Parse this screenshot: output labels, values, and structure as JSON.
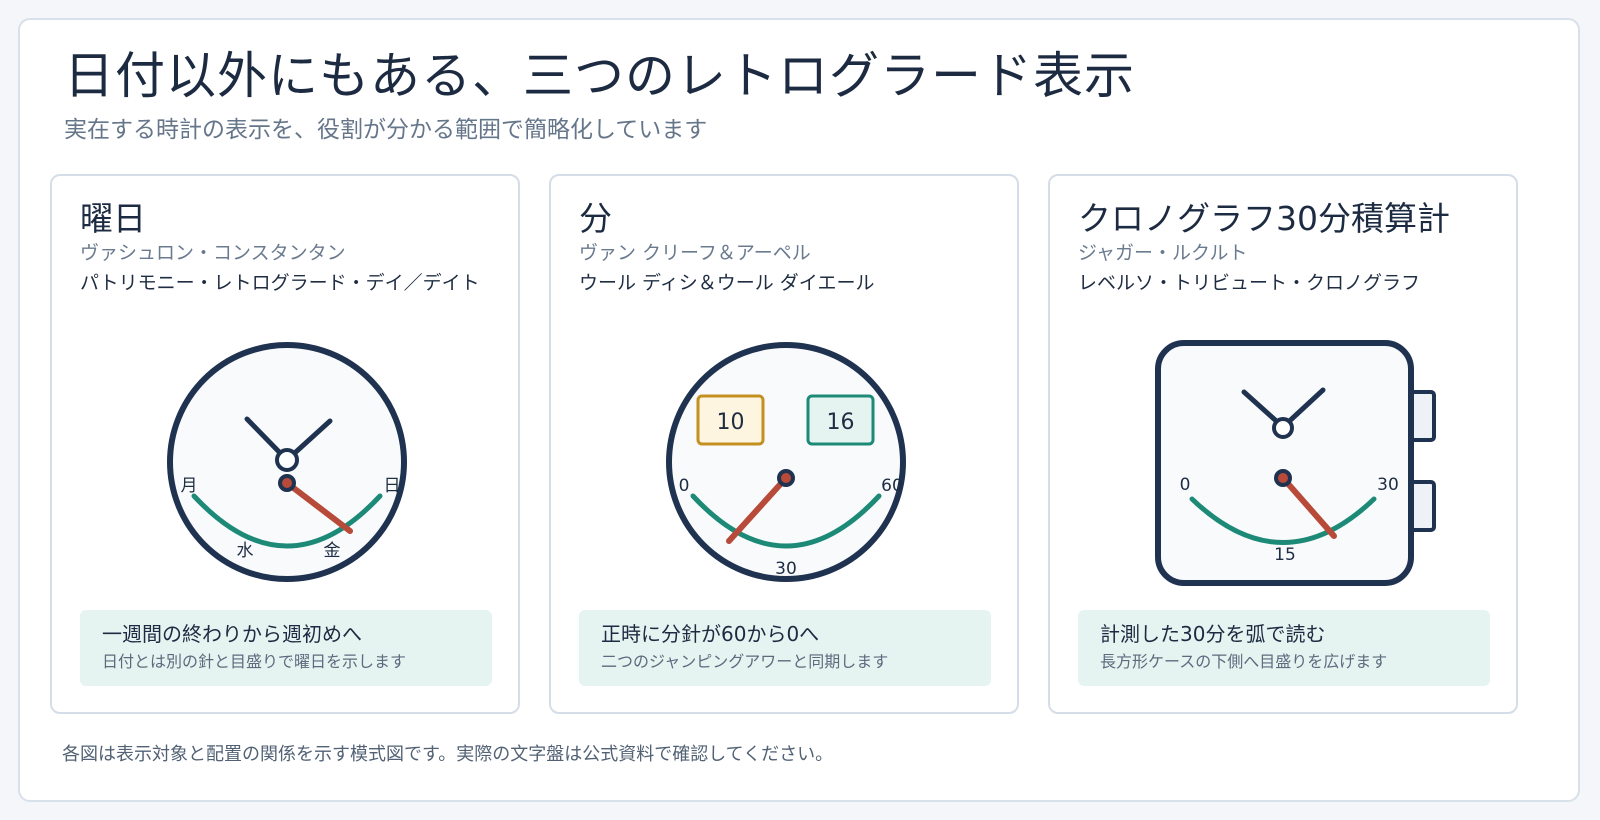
{
  "header": {
    "title": "日付以外にもある、三つのレトログラード表示",
    "subtitle": "実在する時計の表示を、役割が分かる範囲で簡略化しています"
  },
  "cards": [
    {
      "title": "曜日",
      "brand": "ヴァシュロン・コンスタンタン",
      "model": "パトリモニー・レトログラード・デイ／デイト",
      "scale_labels": [
        "月",
        "水",
        "金",
        "日"
      ],
      "note_main": "一週間の終わりから週初めへ",
      "note_sub": "日付とは別の針と目盛りで曜日を示します"
    },
    {
      "title": "分",
      "brand": "ヴァン クリーフ＆アーペル",
      "model": "ウール ディシ＆ウール ダイエール",
      "hour_window_left": "10",
      "hour_window_right": "16",
      "scale_labels": [
        "0",
        "30",
        "60"
      ],
      "note_main": "正時に分針が60から0へ",
      "note_sub": "二つのジャンピングアワーと同期します"
    },
    {
      "title": "クロノグラフ30分積算計",
      "brand": "ジャガー・ルクルト",
      "model": "レベルソ・トリビュート・クロノグラフ",
      "scale_labels": [
        "0",
        "15",
        "30"
      ],
      "note_main": "計測した30分を弧で読む",
      "note_sub": "長方形ケースの下側へ目盛りを広げます"
    }
  ],
  "footer": "各図は表示対象と配置の関係を示す模式図です。実際の文字盤は公式資料で確認してください。",
  "colors": {
    "case_stroke": "#1f3250",
    "dial_fill": "#f8fafc",
    "arc": "#1d8a78",
    "retro_hand": "#b84a3a",
    "hour_window_left_border": "#c49020",
    "hour_window_left_fill": "#fdf5df",
    "hour_window_right_border": "#1d8a78",
    "hour_window_right_fill": "#e6f4f1",
    "note_bg": "#e6f4f1"
  }
}
